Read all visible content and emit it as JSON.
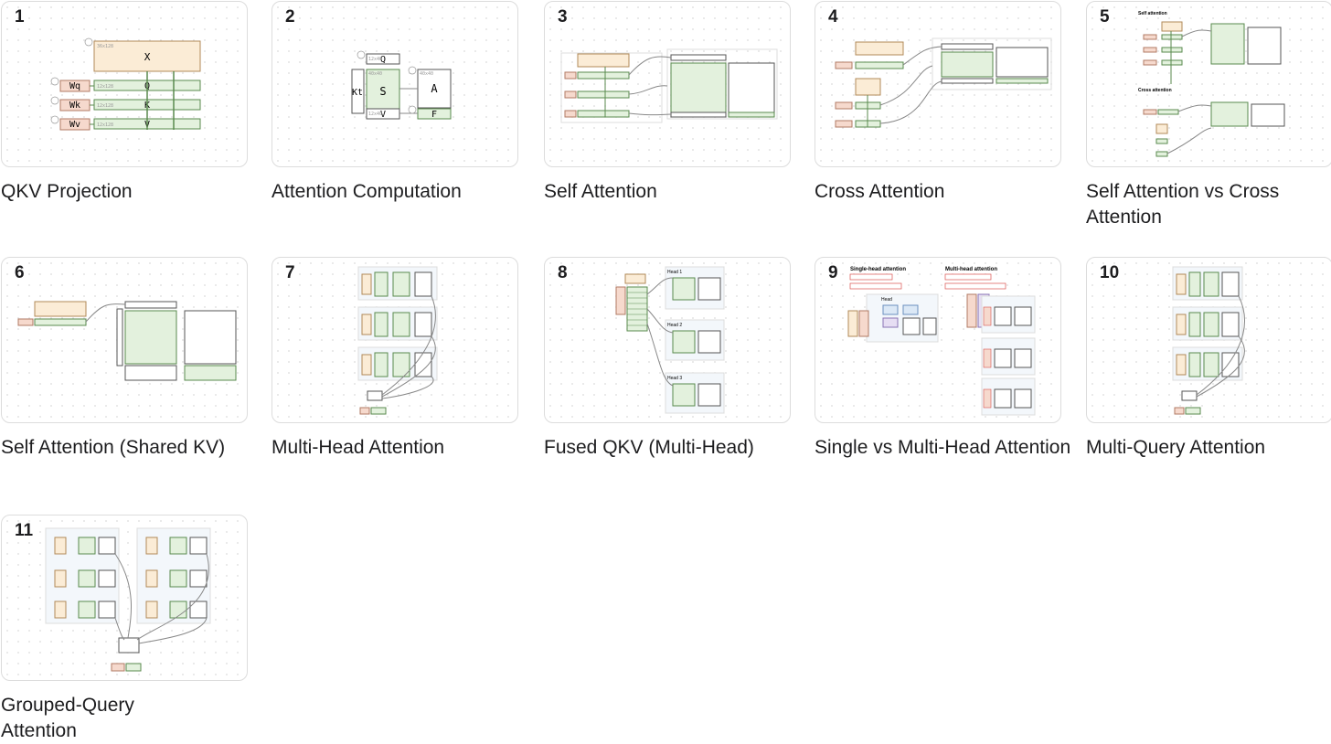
{
  "cards": [
    {
      "number": "1",
      "title": "QKV Projection",
      "labels": {
        "x": "X",
        "q": "Q",
        "k": "K",
        "v": "V",
        "wq": "Wq",
        "wk": "Wk",
        "wv": "Wv",
        "x_dim": "36x128",
        "q_dim": "12x128",
        "k_dim": "12x128",
        "v_dim": "12x128"
      }
    },
    {
      "number": "2",
      "title": "Attention Computation",
      "labels": {
        "q": "Q",
        "kt": "Kt",
        "s": "S",
        "a": "A",
        "v": "V",
        "f": "F",
        "q_dim": "12x40",
        "s_dim": "40x40",
        "a_dim": "40x40",
        "v_dim": "12x40"
      }
    },
    {
      "number": "3",
      "title": "Self Attention"
    },
    {
      "number": "4",
      "title": "Cross Attention"
    },
    {
      "number": "5",
      "title": "Self Attention vs Cross Attention",
      "labels": {
        "self": "Self attention",
        "cross": "Cross attention"
      }
    },
    {
      "number": "6",
      "title": "Self Attention (Shared KV)"
    },
    {
      "number": "7",
      "title": "Multi-Head Attention"
    },
    {
      "number": "8",
      "title": "Fused QKV (Multi-Head)",
      "labels": {
        "h1": "Head 1",
        "h2": "Head 2",
        "h3": "Head 3"
      }
    },
    {
      "number": "9",
      "title": "Single vs Multi-Head Attention",
      "labels": {
        "single": "Single-head attention",
        "multi": "Multi-head attention",
        "head": "Head"
      }
    },
    {
      "number": "10",
      "title": "Multi-Query Attention"
    },
    {
      "number": "11",
      "title": "Grouped-Query Attention"
    }
  ],
  "colors": {
    "x_fill": "#fbecd6",
    "x_stroke": "#b08a58",
    "green_fill": "#e3f1dd",
    "green_stroke": "#5a8a4e",
    "w_fill": "#f6d9cd",
    "w_stroke": "#b07a64",
    "blue_fill": "#dbe8f6",
    "purple_fill": "#e6def3",
    "red": "#d9534f",
    "line": "#8c8c8c"
  }
}
